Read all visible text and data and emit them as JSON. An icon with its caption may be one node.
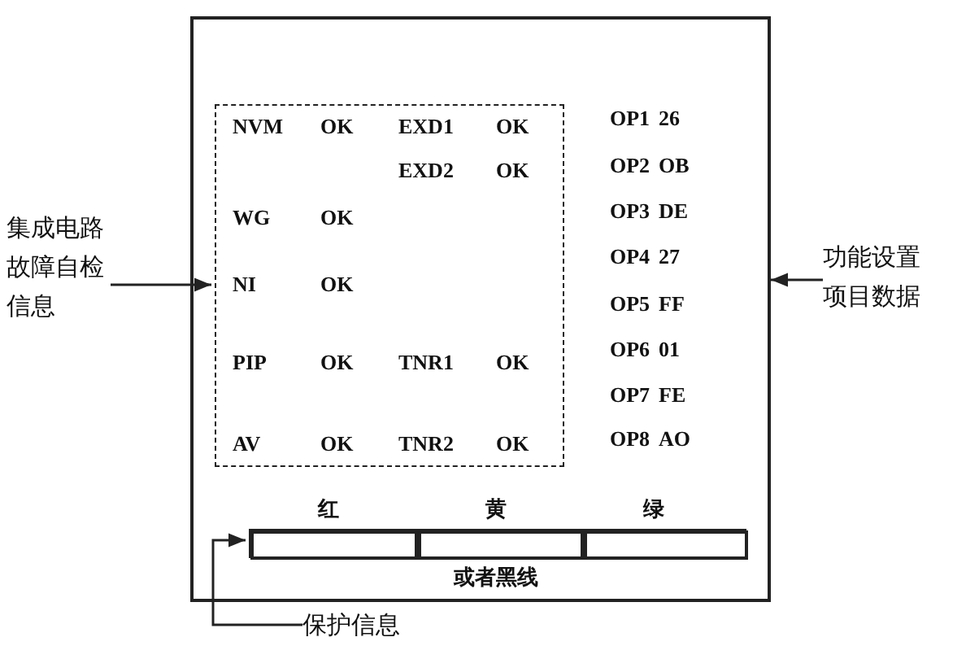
{
  "diagram": {
    "nodes": [
      {
        "text": [],
        "shape": "box"
      },
      {
        "text": [],
        "shape": "box",
        "in": 0
      },
      {
        "text": [],
        "shape": "bar",
        "in": 0,
        "beside": [
          "或者黑线"
        ]
      },
      {
        "text": [],
        "shape": "box",
        "in": 2,
        "beside": [
          "红"
        ]
      },
      {
        "text": [],
        "shape": "box",
        "in": 2,
        "beside": [
          "黄"
        ]
      },
      {
        "text": [],
        "shape": "box",
        "in": 2,
        "beside": [
          "绿"
        ]
      },
      {
        "text": [
          "集成电路故障自检信息"
        ]
      },
      {
        "text": [
          "功能设置项目数据"
        ]
      },
      {
        "text": [
          "保护信息"
        ]
      }
    ],
    "edges": [
      {
        "from": 6,
        "to": 1,
        "arrow": "to"
      },
      {
        "from": 7,
        "to": 0,
        "arrow": "to"
      },
      {
        "from": 8,
        "to": 3,
        "arrow": "to"
      }
    ],
    "labels": [
      "NVM",
      "OK",
      "EXD1",
      "OK",
      "EXD2",
      "OK",
      "WG",
      "OK",
      "NI",
      "OK",
      "PIP",
      "OK",
      "TNR1",
      "OK",
      "AV",
      "OK",
      "TNR2",
      "OK",
      "OP1",
      "26",
      "OP2",
      "OB",
      "OP3",
      "DE",
      "OP4",
      "27",
      "OP5",
      "FF",
      "OP6",
      "01",
      "OP7",
      "FE",
      "OP8",
      "AO"
    ]
  }
}
